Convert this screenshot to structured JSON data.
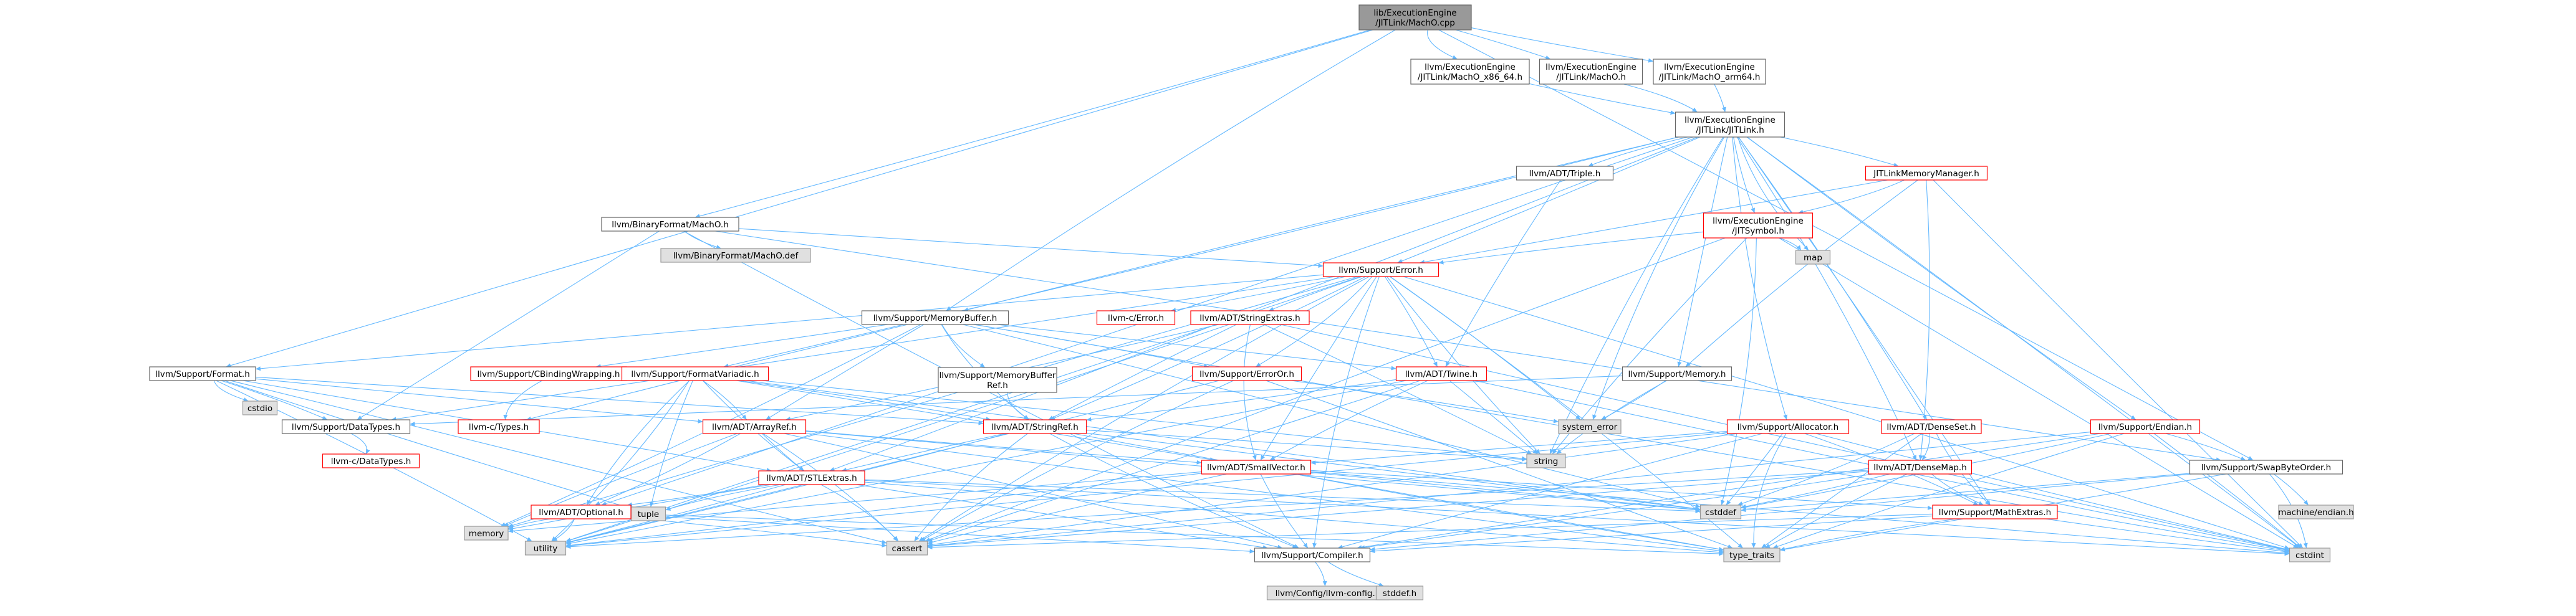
{
  "colors": {
    "root_fill": "#999999",
    "default_fill": "#ffffff",
    "default_stroke": "#666666",
    "red_stroke": "#ff0000",
    "system_fill": "#e0e0e0",
    "system_stroke": "#999999",
    "edge_color": "#63b8ff",
    "edge_gray": "#8a8a8a"
  },
  "nodes": [
    {
      "id": "root",
      "lines": [
        "lib/ExecutionEngine",
        "/JITLink/MachO.cpp"
      ],
      "style": "root"
    },
    {
      "id": "macho_x86",
      "lines": [
        "llvm/ExecutionEngine",
        "/JITLink/MachO_x86_64.h"
      ],
      "style": "normal"
    },
    {
      "id": "macho_h",
      "lines": [
        "llvm/ExecutionEngine",
        "/JITLink/MachO.h"
      ],
      "style": "normal"
    },
    {
      "id": "macho_arm",
      "lines": [
        "llvm/ExecutionEngine",
        "/JITLink/MachO_arm64.h"
      ],
      "style": "normal"
    },
    {
      "id": "jitlink",
      "lines": [
        "llvm/ExecutionEngine",
        "/JITLink/JITLink.h"
      ],
      "style": "normal"
    },
    {
      "id": "binfmt_macho",
      "lines": [
        "llvm/BinaryFormat/MachO.h"
      ],
      "style": "normal"
    },
    {
      "id": "binfmt_def",
      "lines": [
        "llvm/BinaryFormat/MachO.def"
      ],
      "style": "system"
    },
    {
      "id": "triple",
      "lines": [
        "llvm/ADT/Triple.h"
      ],
      "style": "normal"
    },
    {
      "id": "jitmm",
      "lines": [
        "JITLinkMemoryManager.h"
      ],
      "style": "red"
    },
    {
      "id": "jitsymbol",
      "lines": [
        "llvm/ExecutionEngine",
        "/JITSymbol.h"
      ],
      "style": "red"
    },
    {
      "id": "map",
      "lines": [
        "map"
      ],
      "style": "system"
    },
    {
      "id": "error",
      "lines": [
        "llvm/Support/Error.h"
      ],
      "style": "red"
    },
    {
      "id": "membuf",
      "lines": [
        "llvm/Support/MemoryBuffer.h"
      ],
      "style": "normal"
    },
    {
      "id": "cerror",
      "lines": [
        "llvm-c/Error.h"
      ],
      "style": "red"
    },
    {
      "id": "strext",
      "lines": [
        "llvm/ADT/StringExtras.h"
      ],
      "style": "red"
    },
    {
      "id": "format",
      "lines": [
        "llvm/Support/Format.h"
      ],
      "style": "normal"
    },
    {
      "id": "cbinding",
      "lines": [
        "llvm/Support/CBindingWrapping.h"
      ],
      "style": "red"
    },
    {
      "id": "fmtvariadic",
      "lines": [
        "llvm/Support/FormatVariadic.h"
      ],
      "style": "red"
    },
    {
      "id": "membufref",
      "lines": [
        "llvm/Support/MemoryBuffer",
        "Ref.h"
      ],
      "style": "normal"
    },
    {
      "id": "erroror",
      "lines": [
        "llvm/Support/ErrorOr.h"
      ],
      "style": "red"
    },
    {
      "id": "twine",
      "lines": [
        "llvm/ADT/Twine.h"
      ],
      "style": "red"
    },
    {
      "id": "memory",
      "lines": [
        "llvm/Support/Memory.h"
      ],
      "style": "normal"
    },
    {
      "id": "cstdio",
      "lines": [
        "cstdio"
      ],
      "style": "system"
    },
    {
      "id": "datatypes",
      "lines": [
        "llvm/Support/DataTypes.h"
      ],
      "style": "normal"
    },
    {
      "id": "ctypes",
      "lines": [
        "llvm-c/Types.h"
      ],
      "style": "red"
    },
    {
      "id": "arrayref",
      "lines": [
        "llvm/ADT/ArrayRef.h"
      ],
      "style": "red"
    },
    {
      "id": "stringref",
      "lines": [
        "llvm/ADT/StringRef.h"
      ],
      "style": "red"
    },
    {
      "id": "system_error",
      "lines": [
        "system_error"
      ],
      "style": "system"
    },
    {
      "id": "allocator",
      "lines": [
        "llvm/Support/Allocator.h"
      ],
      "style": "red"
    },
    {
      "id": "denseset",
      "lines": [
        "llvm/ADT/DenseSet.h"
      ],
      "style": "red"
    },
    {
      "id": "endian",
      "lines": [
        "llvm/Support/Endian.h"
      ],
      "style": "red"
    },
    {
      "id": "cdatatypes",
      "lines": [
        "llvm-c/DataTypes.h"
      ],
      "style": "red"
    },
    {
      "id": "stlextras",
      "lines": [
        "llvm/ADT/STLExtras.h"
      ],
      "style": "red"
    },
    {
      "id": "string",
      "lines": [
        "string"
      ],
      "style": "system"
    },
    {
      "id": "smallvector",
      "lines": [
        "llvm/ADT/SmallVector.h"
      ],
      "style": "red"
    },
    {
      "id": "densemap",
      "lines": [
        "llvm/ADT/DenseMap.h"
      ],
      "style": "red"
    },
    {
      "id": "swapbyte",
      "lines": [
        "llvm/Support/SwapByteOrder.h"
      ],
      "style": "normal"
    },
    {
      "id": "tuple",
      "lines": [
        "tuple"
      ],
      "style": "system"
    },
    {
      "id": "optional",
      "lines": [
        "llvm/ADT/Optional.h"
      ],
      "style": "red"
    },
    {
      "id": "cstddef",
      "lines": [
        "cstddef"
      ],
      "style": "system"
    },
    {
      "id": "mathextras",
      "lines": [
        "llvm/Support/MathExtras.h"
      ],
      "style": "red"
    },
    {
      "id": "machine_endian",
      "lines": [
        "machine/endian.h"
      ],
      "style": "system"
    },
    {
      "id": "memory_std",
      "lines": [
        "memory"
      ],
      "style": "system"
    },
    {
      "id": "utility",
      "lines": [
        "utility"
      ],
      "style": "system"
    },
    {
      "id": "cassert",
      "lines": [
        "cassert"
      ],
      "style": "system"
    },
    {
      "id": "compiler",
      "lines": [
        "llvm/Support/Compiler.h"
      ],
      "style": "normal"
    },
    {
      "id": "type_traits",
      "lines": [
        "type_traits"
      ],
      "style": "system"
    },
    {
      "id": "cstdint",
      "lines": [
        "cstdint"
      ],
      "style": "system"
    },
    {
      "id": "config",
      "lines": [
        "llvm/Config/llvm-config.h"
      ],
      "style": "system"
    },
    {
      "id": "stddef",
      "lines": [
        "stddef.h"
      ],
      "style": "system"
    }
  ],
  "edges": [
    [
      "root",
      "macho_x86"
    ],
    [
      "root",
      "macho_h"
    ],
    [
      "root",
      "macho_arm"
    ],
    [
      "root",
      "binfmt_macho"
    ],
    [
      "root",
      "format"
    ],
    [
      "root",
      "membuf"
    ],
    [
      "root",
      "swapbyte"
    ],
    [
      "macho_x86",
      "jitlink"
    ],
    [
      "macho_h",
      "jitlink"
    ],
    [
      "macho_arm",
      "jitlink"
    ],
    [
      "jitlink",
      "triple"
    ],
    [
      "jitlink",
      "jitmm"
    ],
    [
      "jitlink",
      "jitsymbol"
    ],
    [
      "jitlink",
      "map"
    ],
    [
      "jitlink",
      "error"
    ],
    [
      "jitlink",
      "membuf"
    ],
    [
      "jitlink",
      "fmtvariadic"
    ],
    [
      "jitlink",
      "memory"
    ],
    [
      "jitlink",
      "allocator"
    ],
    [
      "jitlink",
      "denseset"
    ],
    [
      "jitlink",
      "endian"
    ],
    [
      "jitlink",
      "densemap"
    ],
    [
      "jitlink",
      "mathextras"
    ],
    [
      "jitlink",
      "string"
    ],
    [
      "jitlink",
      "stlextras"
    ],
    [
      "jitlink",
      "optional"
    ],
    [
      "jitlink",
      "system_error"
    ],
    [
      "jitlink",
      "cstdint"
    ],
    [
      "binfmt_macho",
      "binfmt_def"
    ],
    [
      "binfmt_macho",
      "error"
    ],
    [
      "binfmt_macho",
      "datatypes"
    ],
    [
      "binfmt_macho",
      "compiler"
    ],
    [
      "binfmt_macho",
      "swapbyte"
    ],
    [
      "triple",
      "twine"
    ],
    [
      "jitmm",
      "jitsymbol"
    ],
    [
      "jitmm",
      "error"
    ],
    [
      "jitmm",
      "memory"
    ],
    [
      "jitmm",
      "densemap"
    ],
    [
      "jitmm",
      "cstdint"
    ],
    [
      "jitsymbol",
      "error"
    ],
    [
      "jitsymbol",
      "map"
    ],
    [
      "jitsymbol",
      "string"
    ],
    [
      "jitsymbol",
      "cstddef"
    ],
    [
      "jitsymbol",
      "cstdint"
    ],
    [
      "jitsymbol",
      "cassert"
    ],
    [
      "error",
      "cerror"
    ],
    [
      "error",
      "strext"
    ],
    [
      "error",
      "erroror"
    ],
    [
      "error",
      "twine"
    ],
    [
      "error",
      "format"
    ],
    [
      "error",
      "stringref"
    ],
    [
      "error",
      "smallvector"
    ],
    [
      "error",
      "compiler"
    ],
    [
      "error",
      "system_error"
    ],
    [
      "error",
      "string"
    ],
    [
      "error",
      "type_traits"
    ],
    [
      "error",
      "utility"
    ],
    [
      "error",
      "memory_std"
    ],
    [
      "error",
      "cstdint"
    ],
    [
      "error",
      "datatypes"
    ],
    [
      "error",
      "cassert"
    ],
    [
      "membuf",
      "cbinding"
    ],
    [
      "membuf",
      "membufref"
    ],
    [
      "membuf",
      "erroror"
    ],
    [
      "membuf",
      "arrayref"
    ],
    [
      "membuf",
      "stringref"
    ],
    [
      "membuf",
      "twine"
    ],
    [
      "membuf",
      "ctypes"
    ],
    [
      "membuf",
      "memory_std"
    ],
    [
      "membuf",
      "cstddef"
    ],
    [
      "membuf",
      "cstdint"
    ],
    [
      "strext",
      "arrayref"
    ],
    [
      "strext",
      "stringref"
    ],
    [
      "strext",
      "smallvector"
    ],
    [
      "strext",
      "string"
    ],
    [
      "strext",
      "cstdint"
    ],
    [
      "strext",
      "utility"
    ],
    [
      "strext",
      "iterator_dummy"
    ],
    [
      "format",
      "cstdio"
    ],
    [
      "format",
      "datatypes"
    ],
    [
      "format",
      "arrayref"
    ],
    [
      "format",
      "stringref"
    ],
    [
      "format",
      "stlextras"
    ],
    [
      "format",
      "tuple"
    ],
    [
      "format",
      "utility"
    ],
    [
      "format",
      "cassert"
    ],
    [
      "cbinding",
      "ctypes"
    ],
    [
      "fmtvariadic",
      "arrayref"
    ],
    [
      "fmtvariadic",
      "stlextras"
    ],
    [
      "fmtvariadic",
      "stringref"
    ],
    [
      "fmtvariadic",
      "smallvector"
    ],
    [
      "fmtvariadic",
      "optional"
    ],
    [
      "fmtvariadic",
      "string"
    ],
    [
      "fmtvariadic",
      "tuple"
    ],
    [
      "fmtvariadic",
      "utility"
    ],
    [
      "fmtvariadic",
      "cstddef"
    ],
    [
      "membufref",
      "stringref"
    ],
    [
      "erroror",
      "system_error"
    ],
    [
      "erroror",
      "type_traits"
    ],
    [
      "erroror",
      "cassert"
    ],
    [
      "erroror",
      "utility"
    ],
    [
      "twine",
      "smallvector"
    ],
    [
      "twine",
      "stringref"
    ],
    [
      "twine",
      "string"
    ],
    [
      "twine",
      "cstdint"
    ],
    [
      "twine",
      "utility"
    ],
    [
      "twine",
      "cassert"
    ],
    [
      "memory",
      "datatypes"
    ],
    [
      "memory",
      "system_error"
    ],
    [
      "memory",
      "string"
    ],
    [
      "datatypes",
      "cdatatypes"
    ],
    [
      "arrayref",
      "stlextras"
    ],
    [
      "arrayref",
      "smallvector"
    ],
    [
      "arrayref",
      "compiler"
    ],
    [
      "arrayref",
      "memory_std"
    ],
    [
      "arrayref",
      "cassert"
    ],
    [
      "arrayref",
      "type_traits"
    ],
    [
      "arrayref",
      "cstddef"
    ],
    [
      "arrayref",
      "optional"
    ],
    [
      "stringref",
      "stlextras"
    ],
    [
      "stringref",
      "compiler"
    ],
    [
      "stringref",
      "string"
    ],
    [
      "stringref",
      "type_traits"
    ],
    [
      "stringref",
      "utility"
    ],
    [
      "stringref",
      "cstddef"
    ],
    [
      "stringref",
      "cassert"
    ],
    [
      "allocator",
      "smallvector"
    ],
    [
      "allocator",
      "compiler"
    ],
    [
      "allocator",
      "mathextras"
    ],
    [
      "allocator",
      "cstddef"
    ],
    [
      "allocator",
      "cstdint"
    ],
    [
      "allocator",
      "utility"
    ],
    [
      "allocator",
      "cassert"
    ],
    [
      "allocator",
      "type_traits"
    ],
    [
      "denseset",
      "densemap"
    ],
    [
      "denseset",
      "mathextras"
    ],
    [
      "denseset",
      "cstddef"
    ],
    [
      "denseset",
      "type_traits"
    ],
    [
      "endian",
      "compiler"
    ],
    [
      "endian",
      "swapbyte"
    ],
    [
      "endian",
      "cassert"
    ],
    [
      "endian",
      "cstddef"
    ],
    [
      "endian",
      "cstdint"
    ],
    [
      "endian",
      "type_traits"
    ],
    [
      "stlextras",
      "optional"
    ],
    [
      "stlextras",
      "compiler"
    ],
    [
      "stlextras",
      "tuple"
    ],
    [
      "stlextras",
      "utility"
    ],
    [
      "stlextras",
      "memory_std"
    ],
    [
      "stlextras",
      "cassert"
    ],
    [
      "stlextras",
      "type_traits"
    ],
    [
      "stlextras",
      "cstddef"
    ],
    [
      "stlextras",
      "cstdint"
    ],
    [
      "smallvector",
      "compiler"
    ],
    [
      "smallvector",
      "mathextras"
    ],
    [
      "smallvector",
      "cstddef"
    ],
    [
      "smallvector",
      "cassert"
    ],
    [
      "smallvector",
      "memory_std"
    ],
    [
      "smallvector",
      "utility"
    ],
    [
      "smallvector",
      "type_traits"
    ],
    [
      "smallvector",
      "cstdint"
    ],
    [
      "densemap",
      "mathextras"
    ],
    [
      "densemap",
      "compiler"
    ],
    [
      "densemap",
      "utility"
    ],
    [
      "densemap",
      "cassert"
    ],
    [
      "densemap",
      "cstddef"
    ],
    [
      "densemap",
      "type_traits"
    ],
    [
      "swapbyte",
      "compiler"
    ],
    [
      "swapbyte",
      "machine_endian"
    ],
    [
      "swapbyte",
      "cstddef"
    ],
    [
      "swapbyte",
      "cstdint"
    ],
    [
      "swapbyte",
      "type_traits"
    ],
    [
      "optional",
      "compiler"
    ],
    [
      "optional",
      "utility"
    ],
    [
      "optional",
      "memory_std"
    ],
    [
      "optional",
      "cassert"
    ],
    [
      "optional",
      "type_traits"
    ],
    [
      "mathextras",
      "compiler"
    ],
    [
      "mathextras",
      "cassert"
    ],
    [
      "mathextras",
      "cstdint"
    ],
    [
      "mathextras",
      "type_traits"
    ],
    [
      "compiler",
      "config"
    ],
    [
      "compiler",
      "stddef"
    ]
  ]
}
